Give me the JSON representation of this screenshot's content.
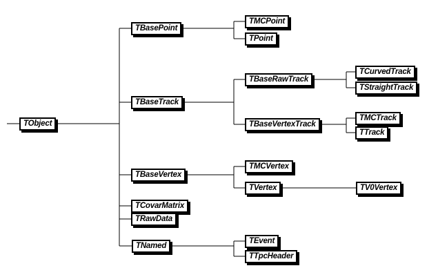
{
  "diagram": {
    "type": "class-inheritance-tree",
    "background_color": "#ffffff",
    "line_color": "#000000",
    "box_fill_color": "#ffffff",
    "box_border_color": "#000000",
    "box_shadow_color": "#000000",
    "text_color": "#000000"
  },
  "nodes": [
    {
      "id": "TObject",
      "label": "TObject",
      "parent": null
    },
    {
      "id": "TBasePoint",
      "label": "TBasePoint",
      "parent": "TObject"
    },
    {
      "id": "TMCPoint",
      "label": "TMCPoint",
      "parent": "TBasePoint"
    },
    {
      "id": "TPoint",
      "label": "TPoint",
      "parent": "TBasePoint"
    },
    {
      "id": "TBaseTrack",
      "label": "TBaseTrack",
      "parent": "TObject"
    },
    {
      "id": "TBaseRawTrack",
      "label": "TBaseRawTrack",
      "parent": "TBaseTrack"
    },
    {
      "id": "TCurvedTrack",
      "label": "TCurvedTrack",
      "parent": "TBaseRawTrack"
    },
    {
      "id": "TStraightTrack",
      "label": "TStraightTrack",
      "parent": "TBaseRawTrack"
    },
    {
      "id": "TBaseVertexTrack",
      "label": "TBaseVertexTrack",
      "parent": "TBaseTrack"
    },
    {
      "id": "TMCTrack",
      "label": "TMCTrack",
      "parent": "TBaseVertexTrack"
    },
    {
      "id": "TTrack",
      "label": "TTrack",
      "parent": "TBaseVertexTrack"
    },
    {
      "id": "TBaseVertex",
      "label": "TBaseVertex",
      "parent": "TObject"
    },
    {
      "id": "TMCVertex",
      "label": "TMCVertex",
      "parent": "TBaseVertex"
    },
    {
      "id": "TVertex",
      "label": "TVertex",
      "parent": "TBaseVertex"
    },
    {
      "id": "TV0Vertex",
      "label": "TV0Vertex",
      "parent": "TVertex"
    },
    {
      "id": "TCovarMatrix",
      "label": "TCovarMatrix",
      "parent": "TObject"
    },
    {
      "id": "TRawData",
      "label": "TRawData",
      "parent": "TObject"
    },
    {
      "id": "TNamed",
      "label": "TNamed",
      "parent": "TObject"
    },
    {
      "id": "TEvent",
      "label": "TEvent",
      "parent": "TNamed"
    },
    {
      "id": "TTpcHeader",
      "label": "TTpcHeader",
      "parent": "TNamed"
    }
  ]
}
